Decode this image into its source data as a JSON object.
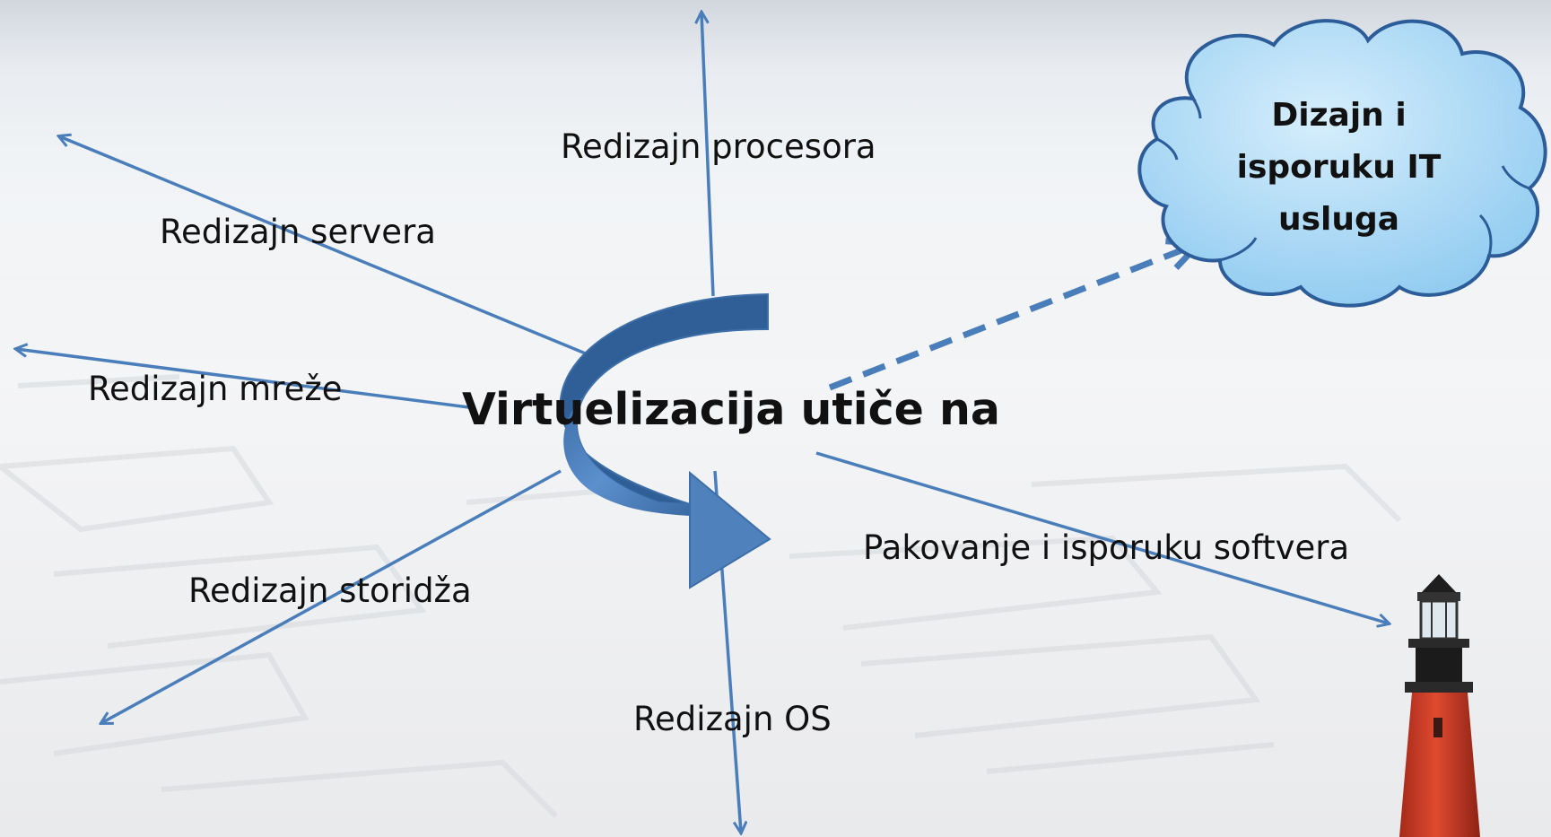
{
  "center": {
    "title": "Virtuelizacija utiče na"
  },
  "branches": [
    {
      "id": "procesor",
      "label": "Redizajn procesora"
    },
    {
      "id": "server",
      "label": "Redizajn servera"
    },
    {
      "id": "mreza",
      "label": "Redizajn mreže"
    },
    {
      "id": "storidz",
      "label": "Redizajn storidža"
    },
    {
      "id": "os",
      "label": "Redizajn OS"
    },
    {
      "id": "softver",
      "label": "Pakovanje i isporuku softvera"
    }
  ],
  "cloud": {
    "lines": [
      "Dizajn i",
      "isporuku IT",
      "usluga"
    ]
  },
  "colors": {
    "arrow": "#4a7ebb",
    "curved_arrow_fill": "#4f81bd",
    "curved_arrow_dark": "#2f5f96",
    "cloud_fill": "#a9d8f5",
    "cloud_stroke": "#2c5d99",
    "lighthouse_red": "#d9402a"
  },
  "icons": [
    "maze-background",
    "lighthouse-image",
    "cloud-shape",
    "curved-arrow-shape"
  ]
}
